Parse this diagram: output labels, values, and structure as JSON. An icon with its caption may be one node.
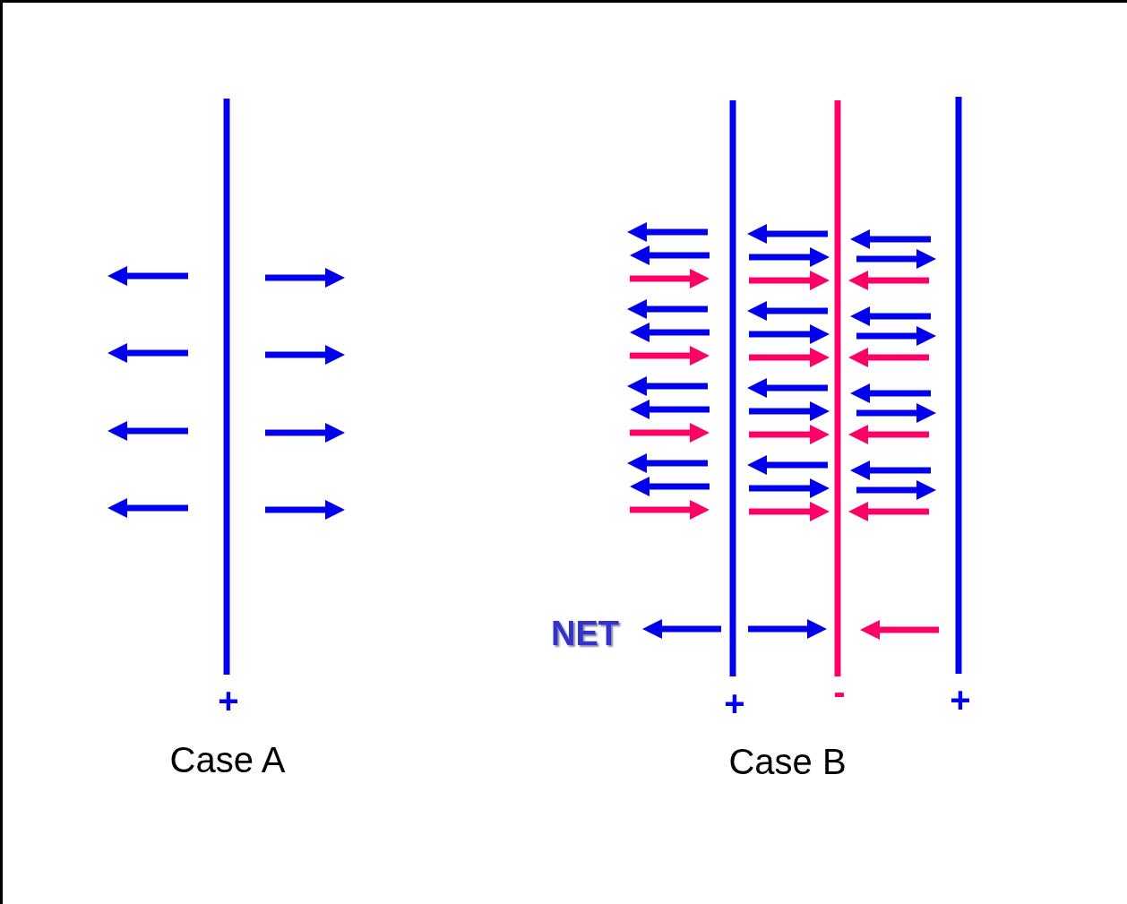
{
  "diagram": {
    "labels": [
      "+",
      "Case A",
      "NET",
      "+",
      "-",
      "+",
      "Case B"
    ]
  }
}
